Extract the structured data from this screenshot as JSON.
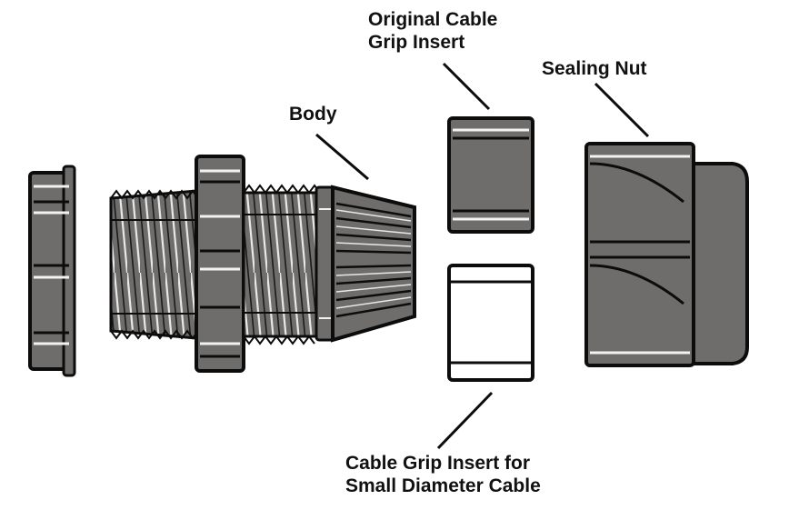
{
  "labels": {
    "original_insert_line1": "Original Cable",
    "original_insert_line2": "Grip Insert",
    "sealing_nut": "Sealing Nut",
    "body": "Body",
    "small_insert_line1": "Cable Grip Insert for",
    "small_insert_line2": "Small Diameter Cable"
  },
  "colors": {
    "part_fill": "#6f6d6b",
    "part_fill_light": "#8a8886",
    "outline": "#0c0c0c",
    "highlight": "#f2f2f2",
    "background": "#ffffff"
  },
  "icons": [
    "locknut",
    "gland-body",
    "cable-grip-insert",
    "cable-grip-insert-small",
    "sealing-nut"
  ]
}
